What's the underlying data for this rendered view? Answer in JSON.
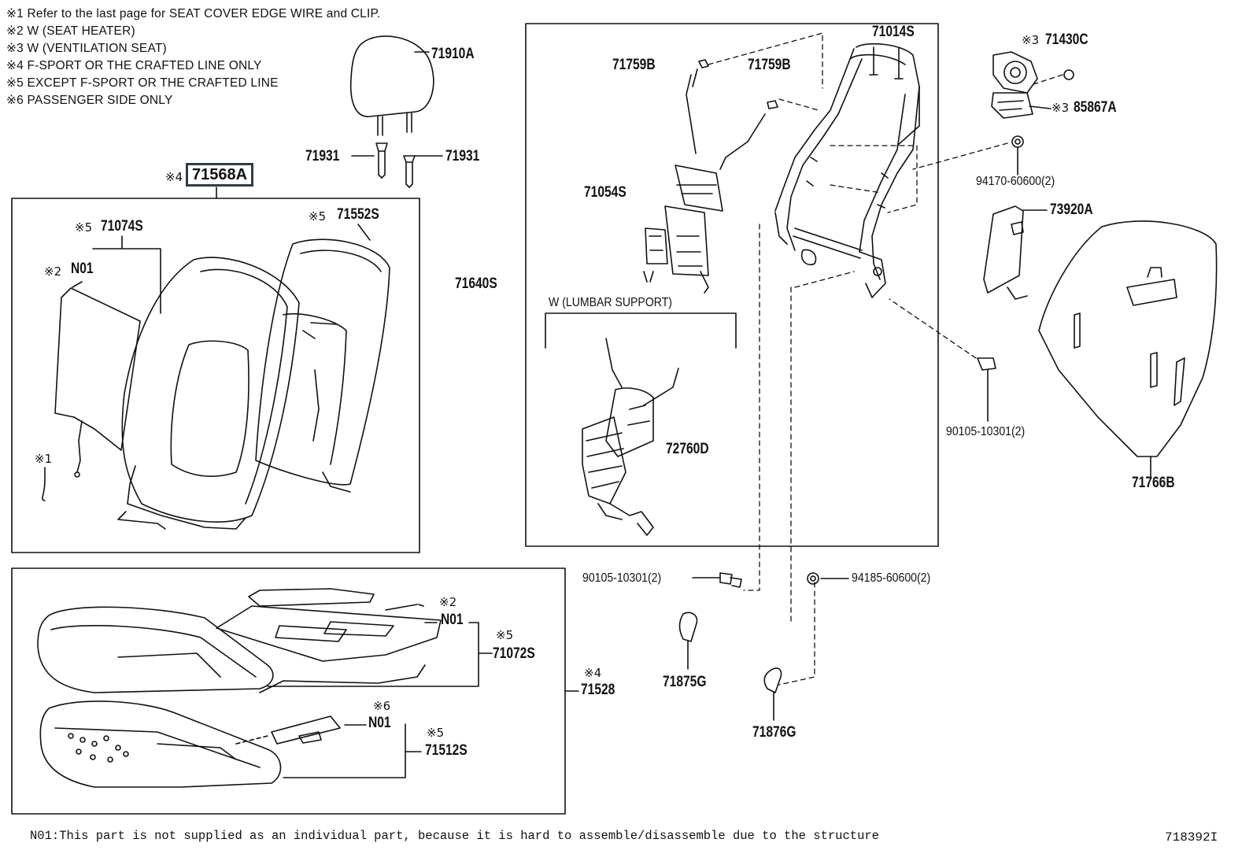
{
  "notes": [
    "※1  Refer to the last page for SEAT COVER EDGE WIRE and CLIP.",
    "※2  W (SEAT  HEATER)",
    "※3  W (VENTILATION  SEAT)",
    "※4  F-SPORT OR THE CRAFTED LINE ONLY",
    "※5  EXCEPT  F-SPORT OR THE CRAFTED LINE",
    "※6  PASSENGER SIDE  ONLY"
  ],
  "highlighted_part": {
    "mark": "※4",
    "label": "71568A"
  },
  "parts": {
    "p71910A": "71910A",
    "p71931_left": "71931",
    "p71931_right": "71931",
    "p71074S": "71074S",
    "p71074S_mark": "※5",
    "p71552S": "71552S",
    "p71552S_mark": "※5",
    "pN01_a": "N01",
    "pN01_a_mark": "※2",
    "mark_x1": "※1",
    "p71759B_left": "71759B",
    "p71759B_right": "71759B",
    "p71014S": "71014S",
    "p71054S": "71054S",
    "p71640S": "71640S",
    "lumbar_label": "W (LUMBAR  SUPPORT)",
    "p72760D": "72760D",
    "p71430C": "71430C",
    "p71430C_mark": "※3",
    "p85867A": "85867A",
    "p85867A_mark": "※3",
    "p94170": "94170-60600(2)",
    "p73920A": "73920A",
    "p90105_right": "90105-10301(2)",
    "p71766B": "71766B",
    "p90105_bottom": "90105-10301(2)",
    "p94185": "94185-60600(2)",
    "p71875G": "71875G",
    "p71876G": "71876G",
    "pN01_b": "N01",
    "pN01_b_mark": "※2",
    "p71072S": "71072S",
    "p71072S_mark": "※5",
    "p71528": "71528",
    "p71528_mark": "※4",
    "pN01_c": "N01",
    "pN01_c_mark": "※6",
    "p71512S": "71512S",
    "p71512S_mark": "※5"
  },
  "footer": {
    "text": "N01:This part is not supplied as an individual part, because it is hard to assemble/disassemble due to the structure",
    "figure_id": "718392I"
  }
}
